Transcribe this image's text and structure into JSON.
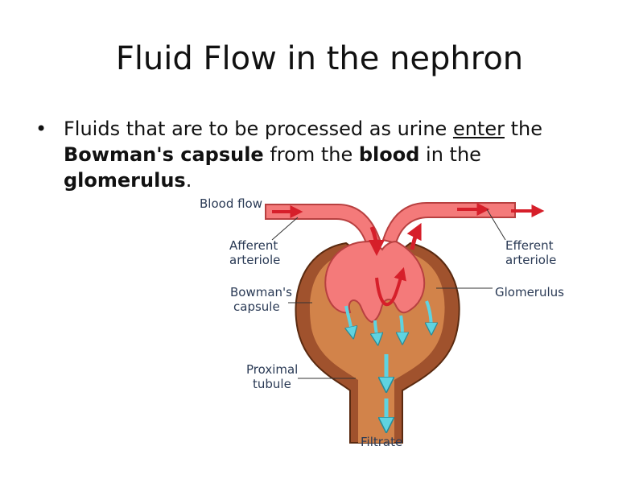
{
  "slide": {
    "title": "Fluid Flow in the nephron",
    "bullet_char": "•",
    "bullet": {
      "p1": "Fluids that are to be processed as urine ",
      "enter": "enter",
      "p2": " the ",
      "bowman": "Bowman's capsule",
      "p3": " from the ",
      "blood": "blood",
      "p4": " in the ",
      "glomerulus": "glomerulus",
      "p5": "."
    }
  },
  "diagram": {
    "labels": {
      "blood_flow": "Blood flow",
      "afferent_1": "Afferent",
      "afferent_2": "arteriole",
      "efferent_1": "Efferent",
      "efferent_2": "arteriole",
      "bowmans_1": "Bowman's",
      "bowmans_2": "capsule",
      "glomerulus": "Glomerulus",
      "proximal_1": "Proximal",
      "proximal_2": "tubule",
      "filtrate": "Filtrate"
    },
    "colors": {
      "capsule_outer": "#a0522d",
      "capsule_inner": "#d2834a",
      "blood": "#f47a7a",
      "arrow_red": "#d61f2a",
      "arrow_cyan": "#5fd3e0"
    }
  }
}
